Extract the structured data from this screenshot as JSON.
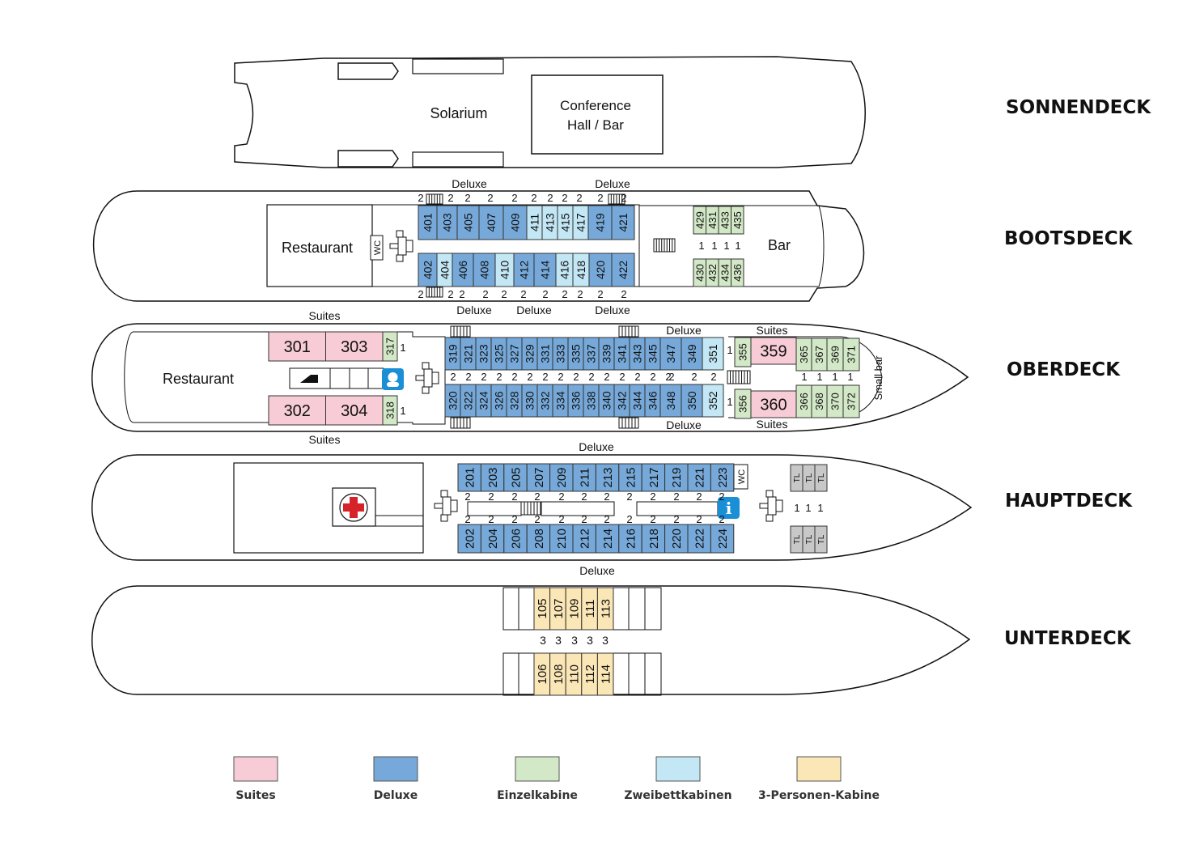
{
  "colors": {
    "suite": "#f7ccd6",
    "deluxe": "#76a9d9",
    "single": "#d2e8c6",
    "twin": "#c3e7f4",
    "triple": "#fbe6b6",
    "tl": "#c8c8c8"
  },
  "decks": {
    "sonnendeck": {
      "title": "SONNENDECK",
      "solarium": "Solarium",
      "conference_line1": "Conference",
      "conference_line2": "Hall / Bar"
    },
    "bootsdeck": {
      "title": "BOOTSDECK",
      "restaurant": "Restaurant",
      "wc": "WC",
      "bar": "Bar",
      "deluxe_label": "Deluxe",
      "top_cabins": [
        "401",
        "403",
        "405",
        "407",
        "409",
        "411",
        "413",
        "415",
        "417",
        "419",
        "421"
      ],
      "bottom_cabins": [
        "402",
        "404",
        "406",
        "408",
        "410",
        "412",
        "414",
        "416",
        "418",
        "420",
        "422"
      ],
      "single_top": [
        "429",
        "431",
        "433",
        "435"
      ],
      "single_bottom": [
        "430",
        "432",
        "434",
        "436"
      ],
      "berth_2": "2",
      "berth_1": "1"
    },
    "oberdeck": {
      "title": "OBERDECK",
      "restaurant": "Restaurant",
      "suites_label": "Suites",
      "deluxe_label": "Deluxe",
      "small_bar": "Small bar",
      "suite_top": [
        "301",
        "303"
      ],
      "suite_bottom": [
        "302",
        "304"
      ],
      "single_top_left": "317",
      "single_bottom_left": "318",
      "top_cabins": [
        "319",
        "321",
        "323",
        "325",
        "327",
        "329",
        "331",
        "333",
        "335",
        "337",
        "339",
        "341",
        "343",
        "345",
        "347",
        "349",
        "351"
      ],
      "bottom_cabins": [
        "320",
        "322",
        "324",
        "326",
        "328",
        "330",
        "332",
        "334",
        "336",
        "338",
        "340",
        "342",
        "344",
        "346",
        "348",
        "350",
        "352"
      ],
      "single_355": "355",
      "single_356": "356",
      "suite_359": "359",
      "suite_360": "360",
      "single_top_right": [
        "365",
        "367",
        "369",
        "371"
      ],
      "single_bottom_right": [
        "366",
        "368",
        "370",
        "372"
      ],
      "berth_2": "2",
      "berth_1": "1"
    },
    "hauptdeck": {
      "title": "HAUPTDECK",
      "deluxe_label": "Deluxe",
      "wc": "WC",
      "tl": "TL",
      "info": "i",
      "top_cabins": [
        "201",
        "203",
        "205",
        "207",
        "209",
        "211",
        "213",
        "215",
        "217",
        "219",
        "221",
        "223"
      ],
      "bottom_cabins": [
        "202",
        "204",
        "206",
        "208",
        "210",
        "212",
        "214",
        "216",
        "218",
        "220",
        "222",
        "224"
      ],
      "berth_2": "2",
      "berth_1": "1"
    },
    "unterdeck": {
      "title": "UNTERDECK",
      "top_cabins": [
        "105",
        "107",
        "109",
        "111",
        "113"
      ],
      "bottom_cabins": [
        "106",
        "108",
        "110",
        "112",
        "114"
      ],
      "berth_3": "3"
    }
  },
  "legend": [
    {
      "label": "Suites",
      "color": "#f7ccd6"
    },
    {
      "label": "Deluxe",
      "color": "#76a9d9"
    },
    {
      "label": "Einzelkabine",
      "color": "#d2e8c6"
    },
    {
      "label": "Zweibettkabinen",
      "color": "#c3e7f4"
    },
    {
      "label": "3-Personen-Kabine",
      "color": "#fbe6b6"
    }
  ]
}
